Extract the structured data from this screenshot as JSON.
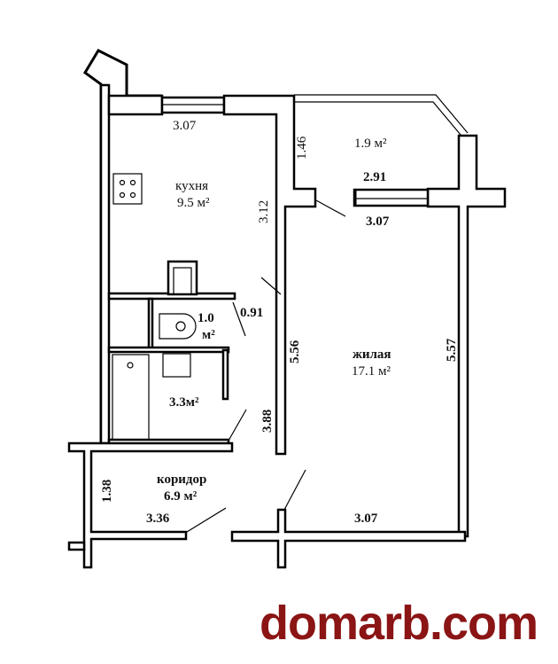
{
  "rooms": {
    "kitchen": {
      "name": "кухня",
      "area": "9.5 м²"
    },
    "balcony": {
      "area": "1.9 м²"
    },
    "wc": {
      "area_num": "1.0",
      "area_unit": "м²"
    },
    "bathroom": {
      "area": "3.3м²"
    },
    "living": {
      "name": "жилая",
      "area": "17.1 м²"
    },
    "corridor": {
      "name": "коридор",
      "area": "6.9 м²"
    }
  },
  "dimensions": {
    "kitchen_top": "3.07",
    "balcony_depth": "1.46",
    "kitchen_side": "3.12",
    "balcony_window": "2.91",
    "living_top": "3.07",
    "wc_door": "0.91",
    "living_left": "5.56",
    "living_right": "5.57",
    "bath_side": "3.88",
    "corridor_side": "1.38",
    "corridor_bottom": "3.36",
    "living_bottom": "3.07"
  },
  "watermark": "domarb.com",
  "colors": {
    "watermark": "#8b1414"
  }
}
